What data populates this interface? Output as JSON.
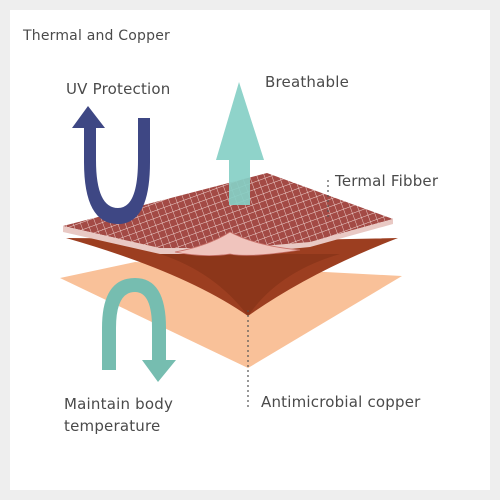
{
  "title": "Thermal and Copper",
  "labels": {
    "uv_protection": "UV Protection",
    "breathable": "Breathable",
    "termal_fibber": "Termal Fibber",
    "antimicrobial_copper": "Antimicrobial copper",
    "maintain_line1": "Maintain body",
    "maintain_line2": "temperature"
  },
  "colors": {
    "uv_arrow": "#3e4784",
    "breathable_arrow": "#86cfc6",
    "maintain_arrow": "#76bdb0",
    "mesh_layer": "#a34a45",
    "copper_layer": "#9c3e20",
    "base_layer": "#f9c199"
  }
}
